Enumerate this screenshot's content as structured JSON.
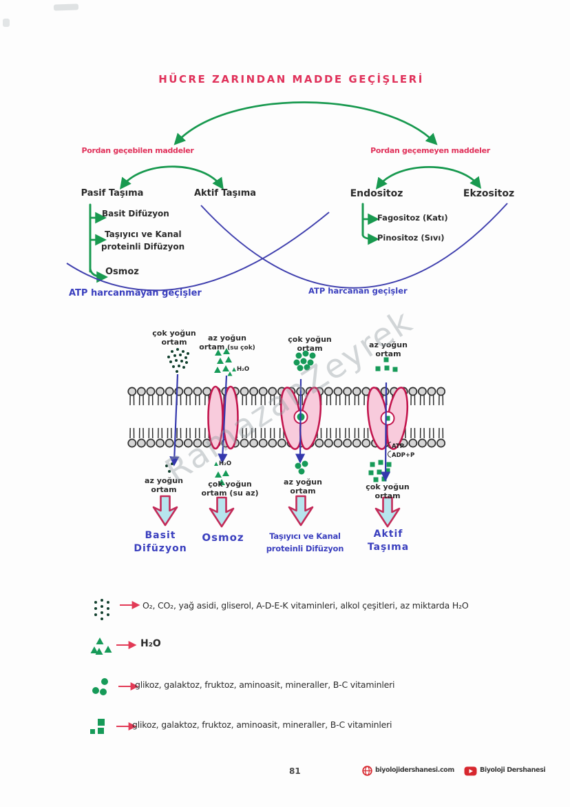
{
  "title": "HÜCRE ZARINDAN MADDE GEÇİŞLERİ",
  "watermark": "RamazanZeyrek",
  "colors": {
    "heading_red": "#e0315a",
    "arrow_green": "#18994f",
    "note_blue": "#3a3fbe",
    "protein_pink": "#f8cbdc",
    "protein_outline": "#c2154d",
    "big_arrow_fill": "#b7e5ee",
    "molecule_green": "#169a58",
    "footer_red": "#d7282f"
  },
  "tree": {
    "left": {
      "label": "Pordan geçebilen maddeler",
      "child1": "Pasif Taşıma",
      "child2": "Aktif Taşıma",
      "items": {
        "i1": "Basit Difüzyon",
        "i2a": "Taşıyıcı ve Kanal",
        "i2b": "proteinli Difüzyon",
        "i3": "Osmoz"
      },
      "note": "ATP harcanmayan geçişler"
    },
    "right": {
      "label": "Pordan geçemeyen maddeler",
      "child1": "Endositoz",
      "child2": "Ekzositoz",
      "items": {
        "i1": "Fagositoz (Katı)",
        "i2": "Pinositoz (Sıvı)"
      },
      "note": "ATP harcanan geçişler"
    }
  },
  "membrane": {
    "col1": {
      "top1": "çok yoğun",
      "top2": "ortam",
      "bot1": "az yoğun",
      "bot2": "ortam",
      "name1": "Basit",
      "name2": "Difüzyon"
    },
    "col2": {
      "top1": "az yoğun",
      "top2": "ortam",
      "top_note": "(su çok)",
      "h2o_top": "H₂O",
      "h2o_bot": "H₂O",
      "bot1": "çok yoğun",
      "bot2": "ortam (su az)",
      "name1": "Osmoz"
    },
    "col3": {
      "top1": "çok yoğun",
      "top2": "ortam",
      "bot1": "az yoğun",
      "bot2": "ortam",
      "name1": "Taşıyıcı ve Kanal",
      "name2": "proteinli Difüzyon"
    },
    "col4": {
      "top1": "az yoğun",
      "top2": "ortam",
      "bot1": "çok yoğun",
      "bot2": "ortam",
      "atp": "ATP",
      "adp": "ADP+P",
      "name1": "Aktif",
      "name2": "Taşıma"
    }
  },
  "legend": {
    "row1": "O₂, CO₂, yağ asidi, gliserol, A-D-E-K vitaminleri, alkol çeşitleri, az miktarda H₂O",
    "row2": "H₂O",
    "row3": "glikoz, galaktoz, fruktoz, aminoasit, mineraller, B-C vitaminleri",
    "row4": "glikoz, galaktoz, fruktoz, aminoasit, mineraller, B-C vitaminleri"
  },
  "footer": {
    "page": "81",
    "website": "biyolojidershanesi.com",
    "channel": "Biyoloji Dershanesi"
  }
}
